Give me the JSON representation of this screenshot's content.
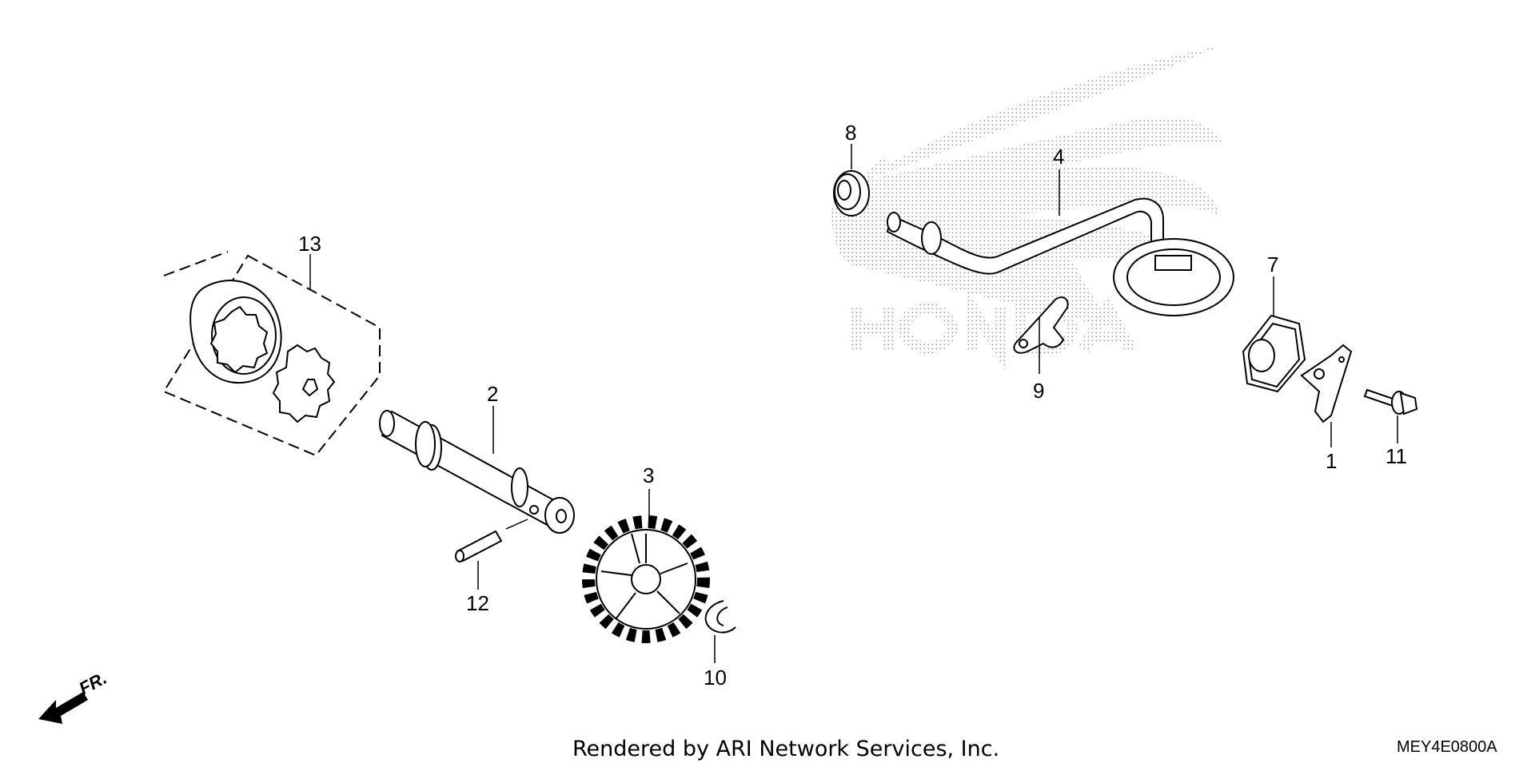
{
  "parts": [
    {
      "id": "part-1",
      "label": "1"
    },
    {
      "id": "part-2",
      "label": "2"
    },
    {
      "id": "part-3",
      "label": "3"
    },
    {
      "id": "part-4",
      "label": "4"
    },
    {
      "id": "part-7",
      "label": "7"
    },
    {
      "id": "part-8",
      "label": "8"
    },
    {
      "id": "part-9",
      "label": "9"
    },
    {
      "id": "part-10",
      "label": "10"
    },
    {
      "id": "part-11",
      "label": "11"
    },
    {
      "id": "part-12",
      "label": "12"
    },
    {
      "id": "part-13",
      "label": "13"
    }
  ],
  "direction_label": "FR.",
  "watermark_text": "HONDA",
  "footer": "Rendered by ARI Network Services, Inc.",
  "diagram_code": "MEY4E0800A"
}
